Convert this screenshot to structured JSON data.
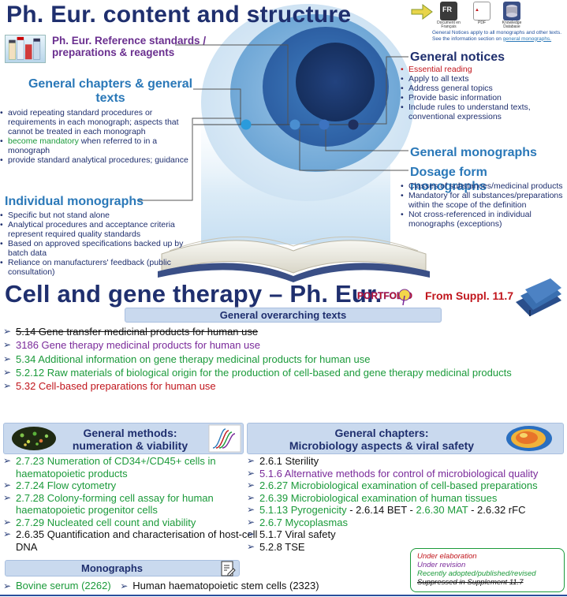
{
  "header": {
    "title": "Ph. Eur. content and structure",
    "icons": [
      {
        "name": "arrow-icon",
        "caption": ""
      },
      {
        "name": "document-fr-icon",
        "label": "FR",
        "caption": "Document en Français"
      },
      {
        "name": "pdf-icon",
        "label": "PDF",
        "caption": "PDF"
      },
      {
        "name": "knowledge-database-icon",
        "label": "",
        "caption": "Knowledge Database"
      }
    ],
    "note_black": "General Notices apply to all monographs and other texts. See the information section on ",
    "note_link": "general monographs."
  },
  "structure": {
    "reagents_title": "Ph. Eur. Reference standards / preparations & reagents",
    "general_chapters": {
      "title": "General chapters & general texts",
      "items": [
        {
          "text": "avoid repeating standard procedures or requirements in each monograph; aspects that cannot be treated in each monograph",
          "highlight": ""
        },
        {
          "text": " when referred to in a monograph",
          "highlight": "become mandatory"
        },
        {
          "text": "provide standard analytical procedures; guidance",
          "highlight": ""
        }
      ]
    },
    "individual_monographs": {
      "title": "Individual monographs",
      "items": [
        "Specific but not stand alone",
        "Analytical procedures and acceptance criteria represent required quality standards",
        "Based on approved specifications backed up by batch data",
        "Reliance on manufacturers' feedback (public consultation)"
      ]
    },
    "general_notices": {
      "title": "General notices",
      "items": [
        {
          "text": "Essential reading",
          "color": "#c0151c"
        },
        {
          "text": "Apply to all texts",
          "color": ""
        },
        {
          "text": "Address general topics",
          "color": ""
        },
        {
          "text": "Provide basic information",
          "color": ""
        },
        {
          "text": "Include rules to understand texts, conventional expressions",
          "color": ""
        }
      ]
    },
    "general_monographs": {
      "title": "General monographs"
    },
    "dosage_form": {
      "title": "Dosage form monographs",
      "items": [
        "Classes of substances/medicinal products",
        "Mandatory for all substances/preparations within the scope of the definition",
        "Not cross-referenced in individual monographs (exceptions)"
      ]
    }
  },
  "cgt": {
    "title": "Cell and gene therapy – Ph. Eur.",
    "portfolio_logo": "PORTFOLIO",
    "suppl": "From Suppl. 11.7",
    "overarching": {
      "title": "General overarching texts",
      "items": [
        {
          "text": "5.14 Gene transfer medicinal products for human use",
          "style": "strike"
        },
        {
          "text": "3186 Gene therapy medicinal products for human use",
          "style": "purple"
        },
        {
          "text": "5.34 Additional information on gene therapy medicinal products for human use",
          "style": "green"
        },
        {
          "text": "5.2.12 Raw materials of biological origin for the production of cell-based and gene therapy medicinal products",
          "style": "green"
        },
        {
          "text": "5.32 Cell-based preparations for human use",
          "style": "red"
        }
      ]
    },
    "methods": {
      "title_line1": "General methods:",
      "title_line2": "numeration & viability",
      "items": [
        {
          "text": "2.7.23 Numeration of CD34+/CD45+ cells in haematopoietic products",
          "style": "green"
        },
        {
          "text": "2.7.24 Flow cytometry",
          "style": "green"
        },
        {
          "text": "2.7.28 Colony-forming cell assay for human haematopoietic progenitor cells",
          "style": "green"
        },
        {
          "text": "2.7.29 Nucleated cell count and viability",
          "style": "green"
        },
        {
          "text": "2.6.35 Quantification and characterisation of host-cell DNA",
          "style": "black"
        }
      ]
    },
    "microbiology": {
      "title_line1": "General chapters:",
      "title_line2": "Microbiology aspects & viral safety",
      "items": [
        {
          "parts": [
            {
              "text": "2.6.1 Sterility",
              "style": "black"
            }
          ]
        },
        {
          "parts": [
            {
              "text": "5.1.6 Alternative methods for control of microbiological quality",
              "style": "purple"
            }
          ]
        },
        {
          "parts": [
            {
              "text": "2.6.27 Microbiological examination of cell-based preparations",
              "style": "green"
            }
          ]
        },
        {
          "parts": [
            {
              "text": "2.6.39 Microbiological examination of human tissues",
              "style": "green"
            }
          ]
        },
        {
          "parts": [
            {
              "text": "5.1.13 Pyrogenicity",
              "style": "green"
            },
            {
              "text": " - 2.6.14 BET - ",
              "style": "black"
            },
            {
              "text": "2.6.30 MAT",
              "style": "green"
            },
            {
              "text": " - 2.6.32 rFC",
              "style": "black"
            }
          ]
        },
        {
          "parts": [
            {
              "text": "2.6.7 Mycoplasmas",
              "style": "green"
            }
          ]
        },
        {
          "parts": [
            {
              "text": "5.1.7 Viral safety",
              "style": "black"
            }
          ]
        },
        {
          "parts": [
            {
              "text": "5.2.8 TSE",
              "style": "black"
            }
          ]
        }
      ]
    },
    "legend": [
      {
        "text": "Under elaboration",
        "style": "red"
      },
      {
        "text": "Under revision",
        "style": "purple"
      },
      {
        "text": "Recently adopted/published/revised",
        "style": "green"
      },
      {
        "text": "Suppressed in Supplement 11.7",
        "style": "strike"
      }
    ],
    "monographs": {
      "title": "Monographs",
      "items": [
        {
          "text": "Bovine serum (2262)",
          "style": "green"
        },
        {
          "text": "Human haematopoietic stem cells (2323)",
          "style": "black"
        }
      ]
    }
  },
  "colors": {
    "navy": "#1f2f6e",
    "blue": "#2a78b8",
    "purple": "#7a2a9a",
    "green": "#1b9a3a",
    "red": "#c0151c",
    "bar_fill": "#c9d9ee"
  }
}
